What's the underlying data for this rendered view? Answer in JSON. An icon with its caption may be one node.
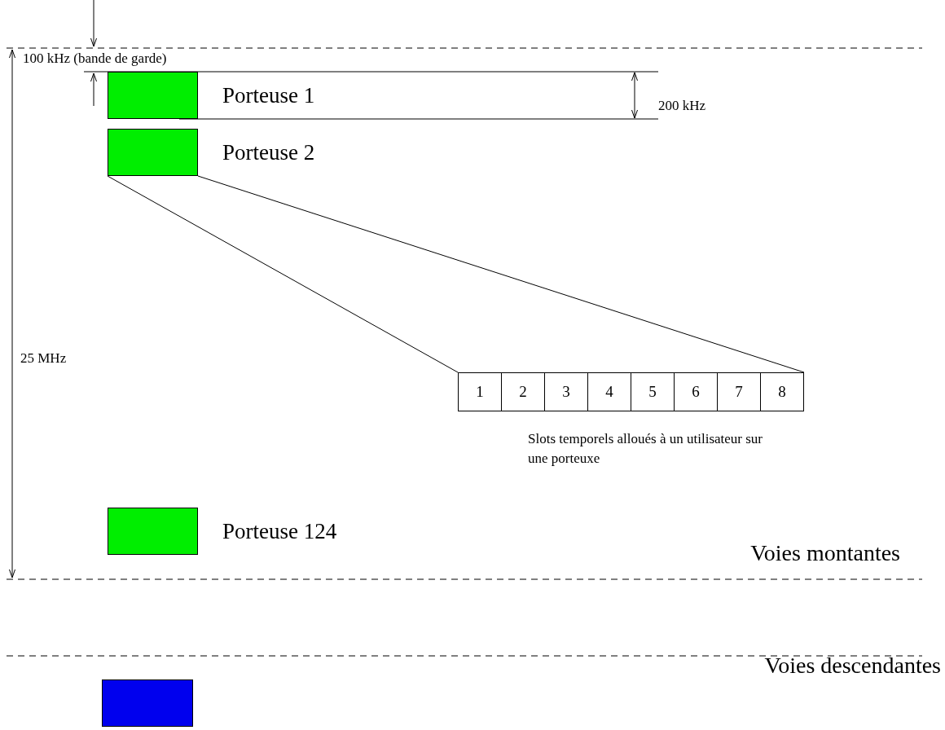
{
  "diagram": {
    "nodes": [
      {
        "text": [],
        "shape": "box",
        "beside": [
          "Porteuse 1"
        ]
      },
      {
        "text": [],
        "shape": "box",
        "beside": [
          "Porteuse 2"
        ]
      },
      {
        "text": [],
        "shape": "box",
        "beside": [
          "Porteuse 124"
        ]
      },
      {
        "text": [
          "1"
        ]
      },
      {
        "text": [
          "2"
        ]
      },
      {
        "text": [
          "3"
        ]
      },
      {
        "text": [
          "4"
        ]
      },
      {
        "text": [
          "5"
        ]
      },
      {
        "text": [
          "6"
        ]
      },
      {
        "text": [
          "7"
        ]
      },
      {
        "text": [
          "8"
        ]
      },
      {
        "text": [],
        "shape": "box"
      }
    ],
    "edges": [
      {
        "from": 1,
        "to": 3,
        "arrow": "none"
      },
      {
        "from": 1,
        "to": 10,
        "arrow": "none"
      }
    ],
    "labels": [
      "100 kHz (bande de garde)",
      "200 kHz",
      "25 MHz",
      "Slots temporels alloués à un utilisateur sur une porteuxe",
      "Voies montantes",
      "Voies descendantes"
    ]
  }
}
